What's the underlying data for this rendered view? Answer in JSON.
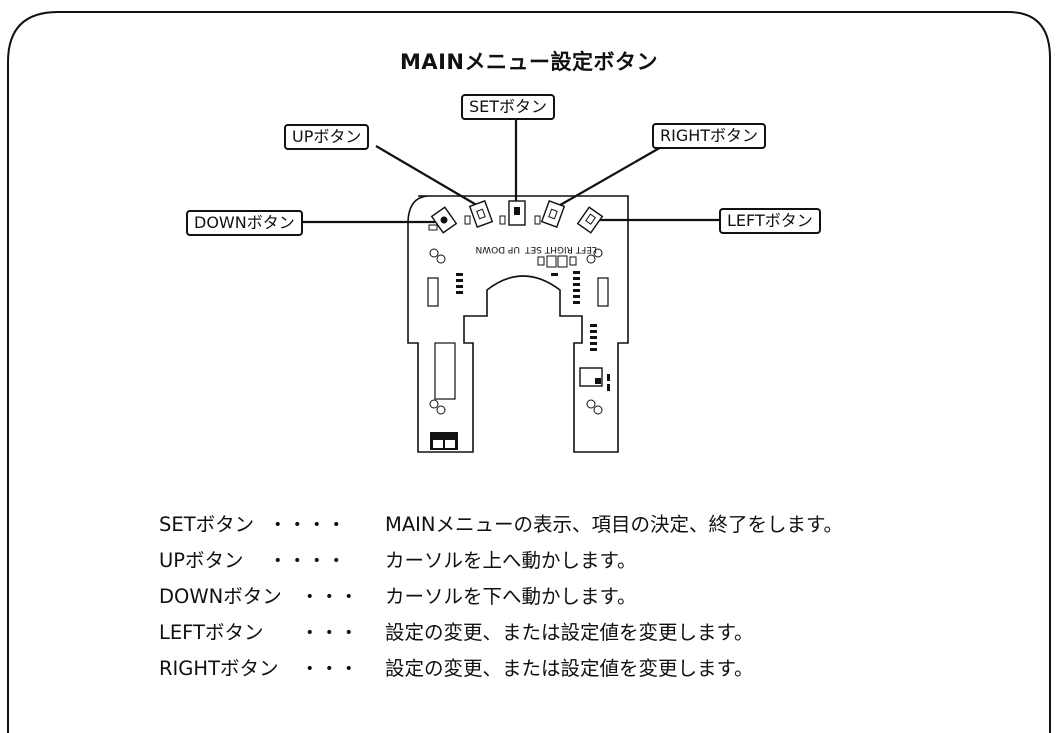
{
  "title": "MAINメニュー設定ボタン",
  "callouts": {
    "set": "SETボタン",
    "up": "UPボタン",
    "right": "RIGHTボタン",
    "down": "DOWNボタン",
    "left": "LEFTボタン"
  },
  "board_labels": {
    "left_text": "UP DOWN",
    "right_text": "LEFT RIGHT SET"
  },
  "descriptions": [
    {
      "label": "SETボタン",
      "dots": "・・・・",
      "text": "MAINメニューの表示、項目の決定、終了をします。"
    },
    {
      "label": "UPボタン",
      "dots": "・・・・",
      "text": "カーソルを上へ動かします。"
    },
    {
      "label": "DOWNボタン",
      "dots": "・・・",
      "text": "カーソルを下へ動かします。"
    },
    {
      "label": "LEFTボタン",
      "dots": "・・・",
      "text": "設定の変更、または設定値を変更します。"
    },
    {
      "label": "RIGHTボタン",
      "dots": "・・・",
      "text": "設定の変更、または設定値を変更します。"
    }
  ]
}
